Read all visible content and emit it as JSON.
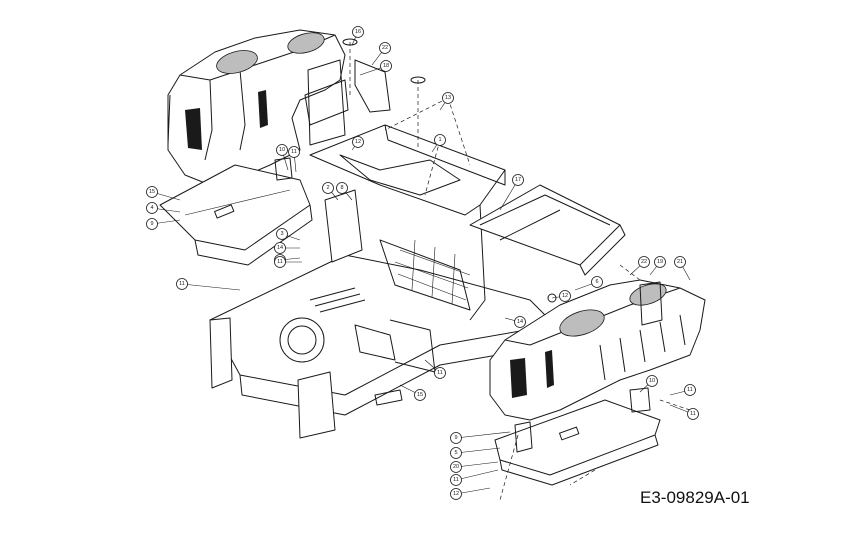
{
  "drawing_code": "E3-09829A-01",
  "callouts": [
    "16",
    "22",
    "18",
    "13",
    "1",
    "12",
    "10",
    "11",
    "2",
    "8",
    "3",
    "17",
    "15",
    "4",
    "9",
    "14",
    "7",
    "11",
    "11",
    "6",
    "12",
    "22",
    "19",
    "21",
    "14",
    "11",
    "15",
    "10",
    "11",
    "11",
    "9",
    "5",
    "20",
    "11",
    "12"
  ]
}
